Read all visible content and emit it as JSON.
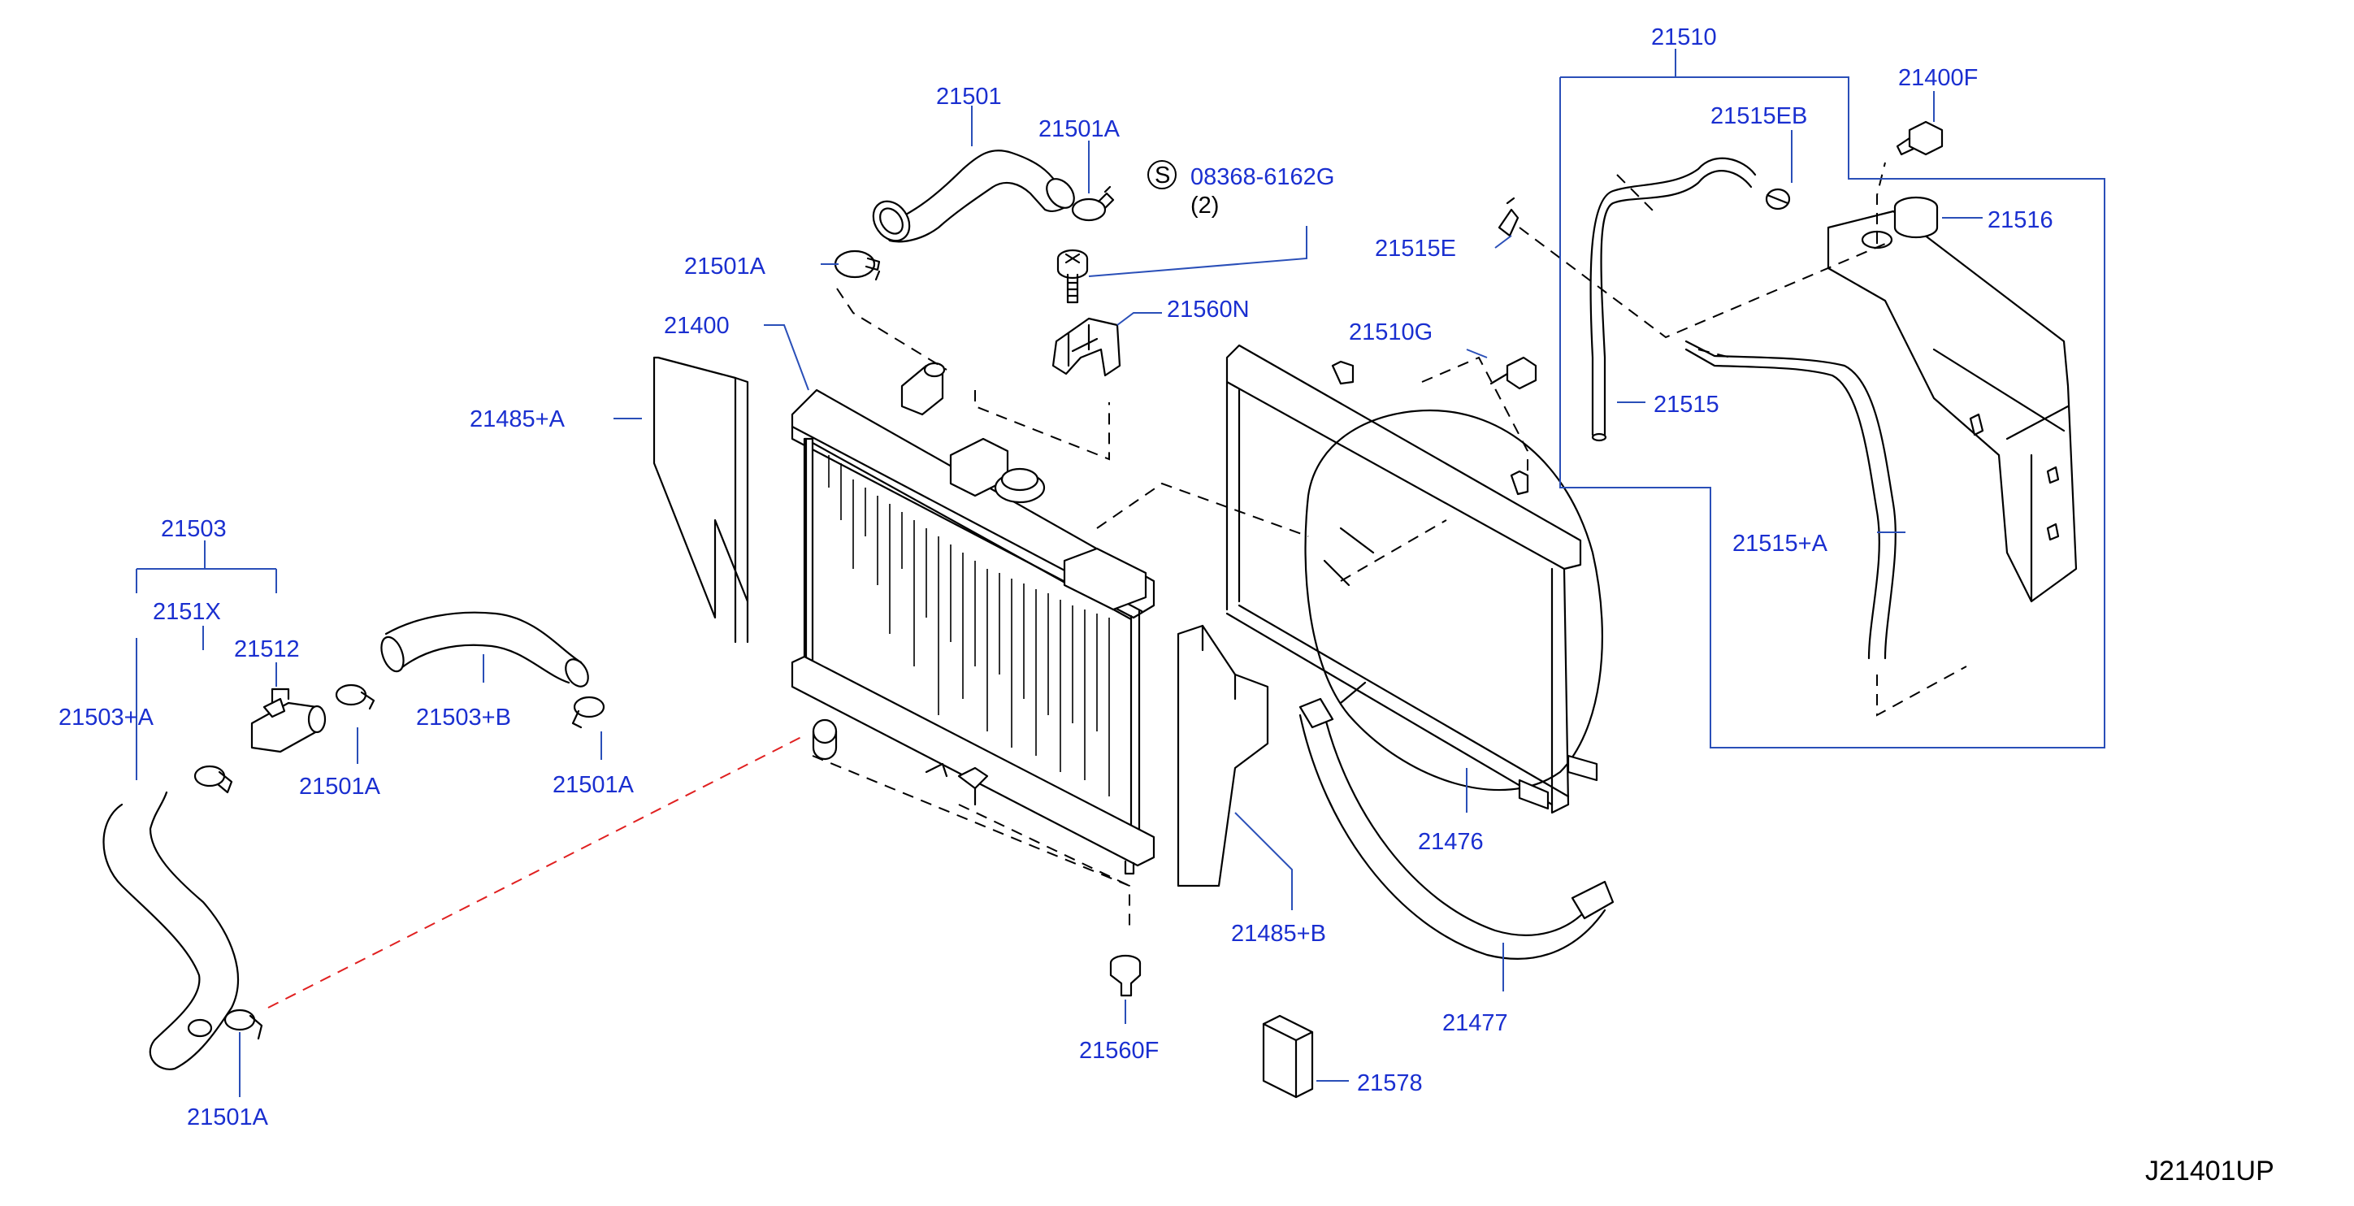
{
  "diagram": {
    "drawing_code": "J21401UP",
    "labels": {
      "p21501": "21501",
      "p21501a_top": "21501A",
      "p21501a_left": "21501A",
      "p08368": "08368-6162G",
      "p08368_qty": "(2)",
      "p21560n": "21560N",
      "p21400": "21400",
      "p21485a": "21485+A",
      "p21503": "21503",
      "p2151x": "2151X",
      "p21512": "21512",
      "p21503a": "21503+A",
      "p21503b": "21503+B",
      "p21501a_mid": "21501A",
      "p21501a_right": "21501A",
      "p21501a_bottom": "21501A",
      "p21510": "21510",
      "p21400f": "21400F",
      "p21515eb": "21515EB",
      "p21516": "21516",
      "p21515e": "21515E",
      "p21510g": "21510G",
      "p21515": "21515",
      "p21515a": "21515+A",
      "p21476": "21476",
      "p21485b": "21485+B",
      "p21477": "21477",
      "p21560f": "21560F",
      "p21578": "21578"
    },
    "symbol_s": "S",
    "colors": {
      "label": "#1a2fd0",
      "leader": "#2a4fb8",
      "line": "#000000",
      "alignment": "#e02020"
    }
  }
}
